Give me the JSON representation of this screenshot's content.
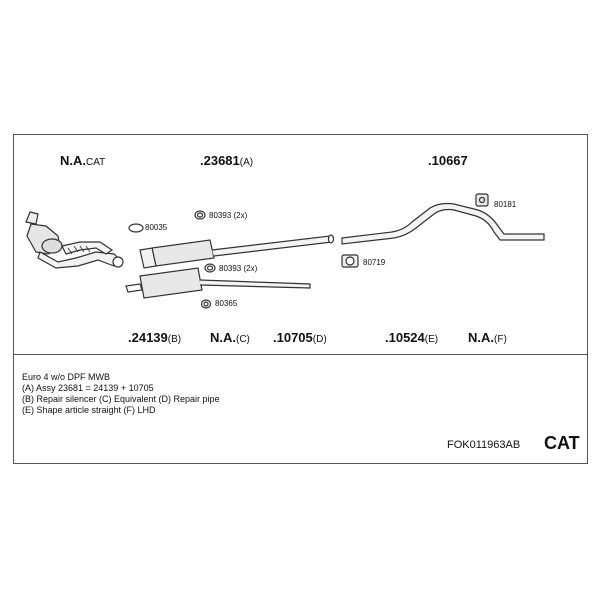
{
  "parts_top": [
    {
      "number": "N.A.",
      "suffix": "CAT"
    },
    {
      "number": ".23681",
      "suffix": "(A)"
    },
    {
      "number": ".10667",
      "suffix": ""
    }
  ],
  "parts_bottom": [
    {
      "number": ".24139",
      "suffix": "(B)"
    },
    {
      "number": "N.A.",
      "suffix": "(C)"
    },
    {
      "number": ".10705",
      "suffix": "(D)"
    },
    {
      "number": ".10524",
      "suffix": "(E)"
    },
    {
      "number": "N.A.",
      "suffix": "(F)"
    }
  ],
  "fittings": {
    "f80035": "80035",
    "f80393a": "80393 (2x)",
    "f80393b": "80393 (2x)",
    "f80365": "80365",
    "f80181": "80181",
    "f80719": "80719"
  },
  "notes": [
    "Euro 4   w/o DPF   MWB",
    "(A) Assy 23681 = 24139 + 10705",
    "(B) Repair silencer (C) Equivalent (D) Repair pipe",
    "(E) Shape article straight (F) LHD"
  ],
  "footer": {
    "doc_id": "FOK011963AB",
    "badge": "CAT"
  }
}
